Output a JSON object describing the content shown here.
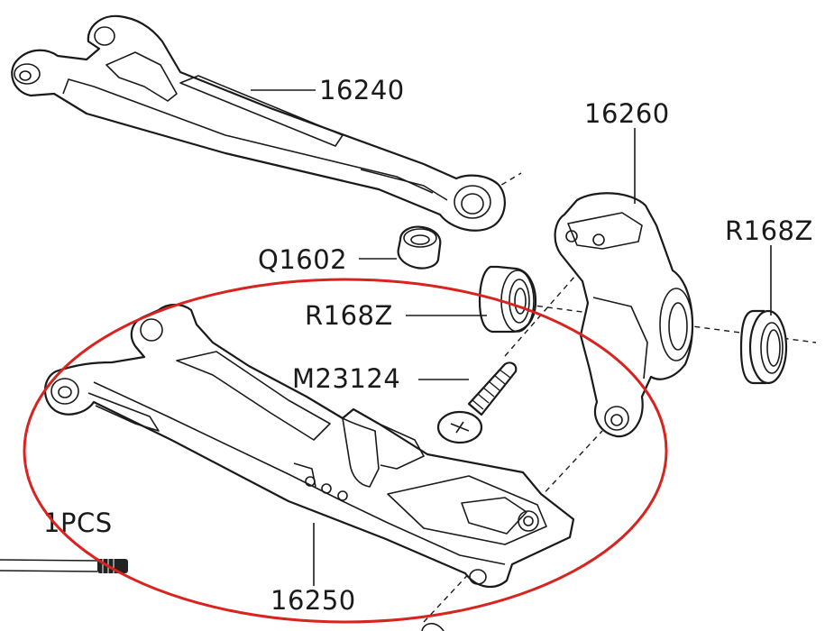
{
  "labels": {
    "upper_arm": "16240",
    "knuckle": "16260",
    "bearing_right": "R168Z",
    "bushing": "Q1602",
    "bearing_left": "R168Z",
    "screw": "M23124",
    "quantity": "1PCS",
    "lower_arm": "16250"
  },
  "colors": {
    "line": "#1a1a1a",
    "highlight": "#d8231f",
    "background": "#ffffff"
  },
  "icons": {
    "screw_head": "phillips-screw-icon"
  }
}
